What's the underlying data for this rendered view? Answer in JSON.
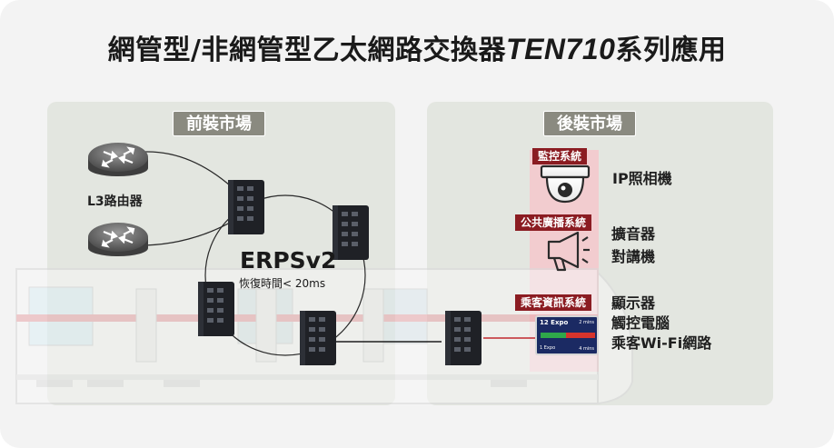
{
  "title": {
    "main": "網管型/非網管型乙太網路交換器",
    "model": "TEN710",
    "suffix": "系列應用"
  },
  "left_panel": {
    "tag": "前裝市場",
    "router_label": "L3路由器",
    "protocol": "ERPSv2",
    "recovery": "恢復時間< 20ms"
  },
  "right_panel": {
    "tag": "後裝市場",
    "categories": {
      "surveillance": "監控系統",
      "public_address": "公共廣播系統",
      "passenger_info": "乘客資訊系統"
    },
    "devices": {
      "camera": "IP照相機",
      "pa": "擴音器\n對講機",
      "display": "顯示器\n觸控電腦\n乘客Wi-Fi網路"
    },
    "screen": {
      "top": "12 Expo",
      "mins": "2 mins",
      "bottom": "1 Expo",
      "mins2": "4 mins"
    }
  },
  "colors": {
    "category_bg": "#8b1c22",
    "tag_bg": "#8a8a80",
    "panel_bg": "#e3e6e0",
    "highlight_pink": "#f2cccf",
    "link_red": "#c0282e"
  },
  "icons": [
    "router-icon",
    "switch-icon",
    "camera-icon",
    "megaphone-icon",
    "display-icon",
    "train-icon"
  ]
}
